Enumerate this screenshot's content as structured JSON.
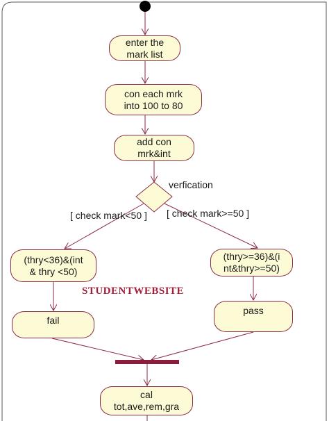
{
  "diagram": {
    "activities": {
      "enter": "enter the\nmark list",
      "convert": "con each mrk\ninto 100 to 80",
      "add": "add con\nmrk&int",
      "fail_cond": "(thry<36)&(int\n& thry <50)",
      "pass_cond": "(thry>=36)&(i\nnt&thry>=50)",
      "fail": "fail",
      "pass": "pass",
      "calc": "cal\ntot,ave,rem,gra"
    },
    "decision_label": "verfication",
    "guards": {
      "left": "[ check mark<50 ]",
      "right": "[ check mark>=50 ]"
    },
    "watermark": "STUDENTWEBSITE"
  },
  "colors": {
    "node_fill": "#fdfbd6",
    "border": "#8a2a46",
    "arrow": "#8a2a46",
    "sync_bar": "#8a1c3c",
    "watermark": "#a4203a"
  }
}
